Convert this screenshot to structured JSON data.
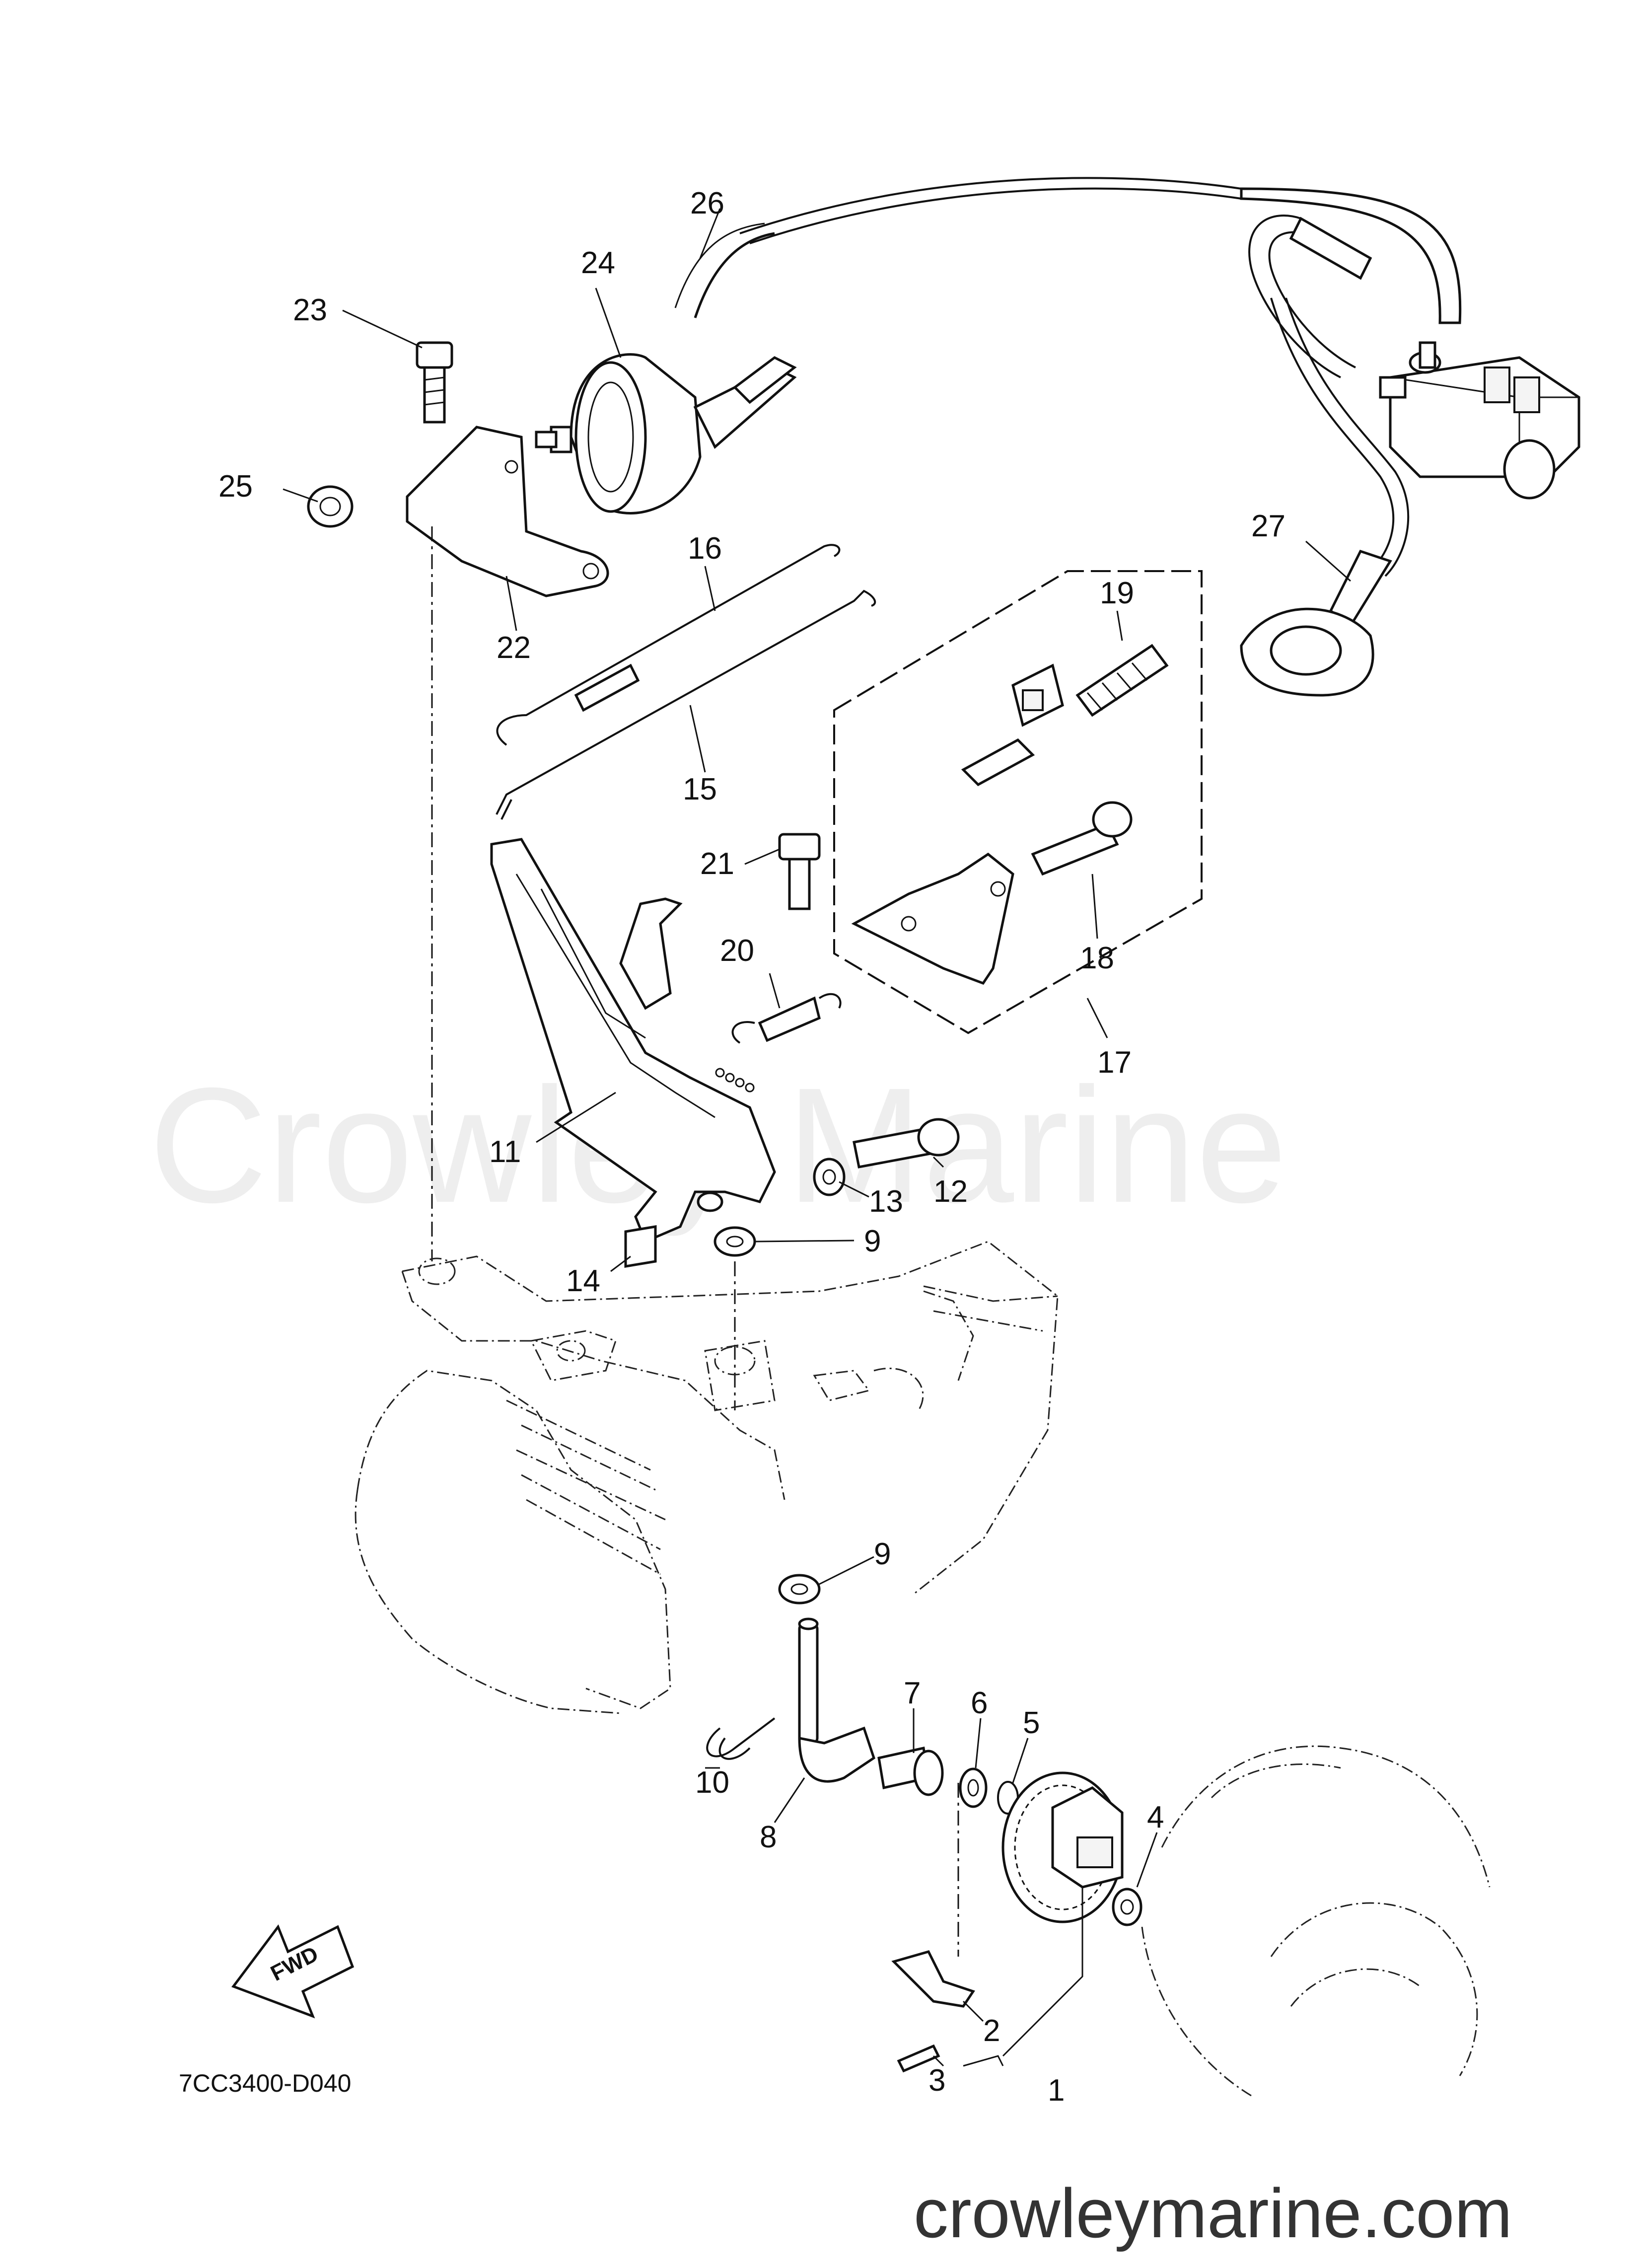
{
  "diagram_code": "7CC3400-D040",
  "watermark_text": "Crowley Marine",
  "website": "crowleymarine.com",
  "fwd_label": "FWD",
  "callouts": {
    "c1": "1",
    "c2": "2",
    "c3": "3",
    "c4": "4",
    "c5": "5",
    "c6": "6",
    "c7": "7",
    "c8": "8",
    "c9a": "9",
    "c9b": "9",
    "c10": "10",
    "c11": "11",
    "c12": "12",
    "c13": "13",
    "c14": "14",
    "c15": "15",
    "c16": "16",
    "c17": "17",
    "c18": "18",
    "c19": "19",
    "c20": "20",
    "c21": "21",
    "c22": "22",
    "c23": "23",
    "c24": "24",
    "c25": "25",
    "c26": "26",
    "c27": "27"
  },
  "icons": [
    "fwd-arrow-icon"
  ],
  "colors": {
    "ink": "#111111",
    "watermark": "#eeeeee",
    "background": "#ffffff"
  }
}
